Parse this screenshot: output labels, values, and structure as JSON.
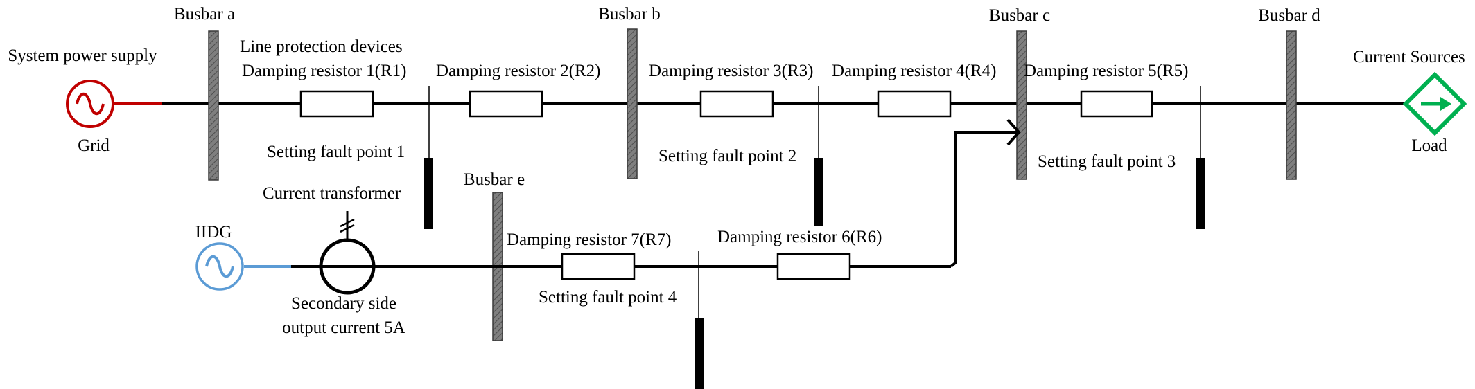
{
  "labels": {
    "system_power_supply": "System power supply",
    "grid": "Grid",
    "busbar_a": "Busbar a",
    "busbar_b": "Busbar b",
    "busbar_c": "Busbar c",
    "busbar_d": "Busbar d",
    "busbar_e": "Busbar e",
    "line_protection_devices": "Line protection devices",
    "damping_resistor_1": "Damping resistor 1(R1)",
    "damping_resistor_2": "Damping resistor 2(R2)",
    "damping_resistor_3": "Damping resistor 3(R3)",
    "damping_resistor_4": "Damping resistor 4(R4)",
    "damping_resistor_5": "Damping resistor 5(R5)",
    "damping_resistor_6": "Damping resistor 6(R6)",
    "damping_resistor_7": "Damping resistor 7(R7)",
    "setting_fault_point_1": "Setting fault point 1",
    "setting_fault_point_2": "Setting fault point 2",
    "setting_fault_point_3": "Setting fault point 3",
    "setting_fault_point_4": "Setting fault point 4",
    "current_sources": "Current Sources",
    "load": "Load",
    "iidg": "IIDG",
    "current_transformer": "Current transformer",
    "secondary_side_line1": "Secondary side",
    "secondary_side_line2": "output current 5A"
  },
  "colors": {
    "grid_source": "#c00000",
    "iidg_source": "#5b9bd5",
    "current_source": "#00b050",
    "busbar_fill": "#808080",
    "line": "#000000"
  },
  "icons": {
    "grid_source": "ac-source-icon",
    "iidg_source": "ac-source-icon",
    "current_source": "current-source-diamond-icon",
    "current_transformer": "current-transformer-icon"
  }
}
